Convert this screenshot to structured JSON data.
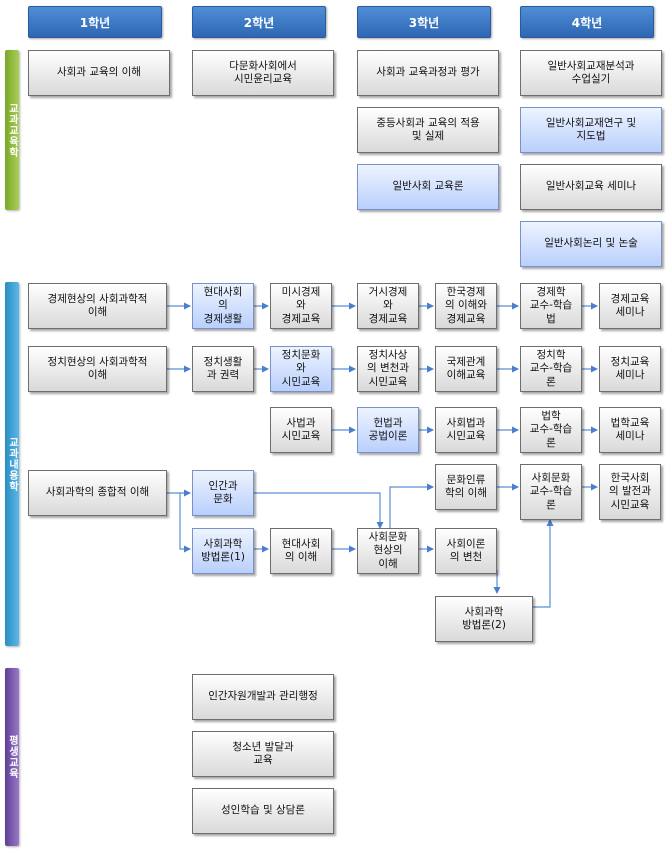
{
  "years": [
    "1학년",
    "2학년",
    "3학년",
    "4학년"
  ],
  "sections": {
    "curriculum": "교과교육학",
    "content": "교과내용학",
    "lifelong": "평생교육"
  },
  "colors": {
    "header": "#3b78c8",
    "band_curriculum": "#8fbb3a",
    "band_content": "#3aa0d0",
    "band_lifelong": "#7b57b0",
    "box_blue": "#c8d8ff",
    "box_gray": "#e0e0e0",
    "connector": "#5b8ed6"
  },
  "courses": {
    "c_social_edu": "사회과 교육의 이해",
    "c_multicultural": "다문화사회에서\n시민윤리교육",
    "c_curriculum_eval": "사회과 교육과정과 평가",
    "c_secondary": "중등사회과 교육의 적용\n및 실제",
    "c_general_theory": "일반사회 교육론",
    "c_textbook_analysis": "일반사회교재분석과\n수업실기",
    "c_textbook_research": "일반사회교재연구 및\n지도법",
    "c_seminar": "일반사회교육 세미나",
    "c_logic": "일반사회논리 및 논술",
    "e_econ_intro": "경제현상의 사회과학적\n이해",
    "e_modern_econ": "현대사회\n의\n경제생활",
    "e_micro": "미시경제\n와\n경제교육",
    "e_macro": "거시경제\n와\n경제교육",
    "e_korean_econ": "한국경제\n의 이해와\n경제교육",
    "e_econ_method": "경제학\n교수-학습\n법",
    "e_econ_seminar": "경제교육\n세미나",
    "p_pol_intro": "정치현상의 사회과학적\n이해",
    "p_pol_life": "정치생활\n과 권력",
    "p_pol_culture": "정치문화\n와\n시민교육",
    "p_pol_thought": "정치사상\n의 변천과\n시민교육",
    "p_intl": "국제관계\n이해교육",
    "p_pol_method": "정치학\n교수-학습\n론",
    "p_pol_seminar": "정치교육\n세미나",
    "l_private_law": "사법과\n시민교육",
    "l_const_law": "헌법과\n공법이론",
    "l_social_law": "사회법과\n시민교육",
    "l_law_method": "법학\n교수-학습\n론",
    "l_law_seminar": "법학교육\n세미나",
    "s_social_sci": "사회과학의 종합적 이해",
    "s_human_culture": "인간과\n문화",
    "s_method1": "사회과학\n방법론(1)",
    "s_modern_society": "현대사회\n의 이해",
    "s_sociocultural": "사회문화\n현상의\n이해",
    "s_anthropology": "문화인류\n학의 이해",
    "s_social_theory": "사회이론\n의 변천",
    "s_method2": "사회과학\n방법론(2)",
    "s_culture_method": "사회문화\n교수-학습\n론",
    "s_korean_society": "한국사회\n의 발전과\n시민교육",
    "lf_hrd": "인간자원개발과 관리행정",
    "lf_youth": "청소년 발달과\n교육",
    "lf_adult": "성인학습 및 상담론"
  }
}
